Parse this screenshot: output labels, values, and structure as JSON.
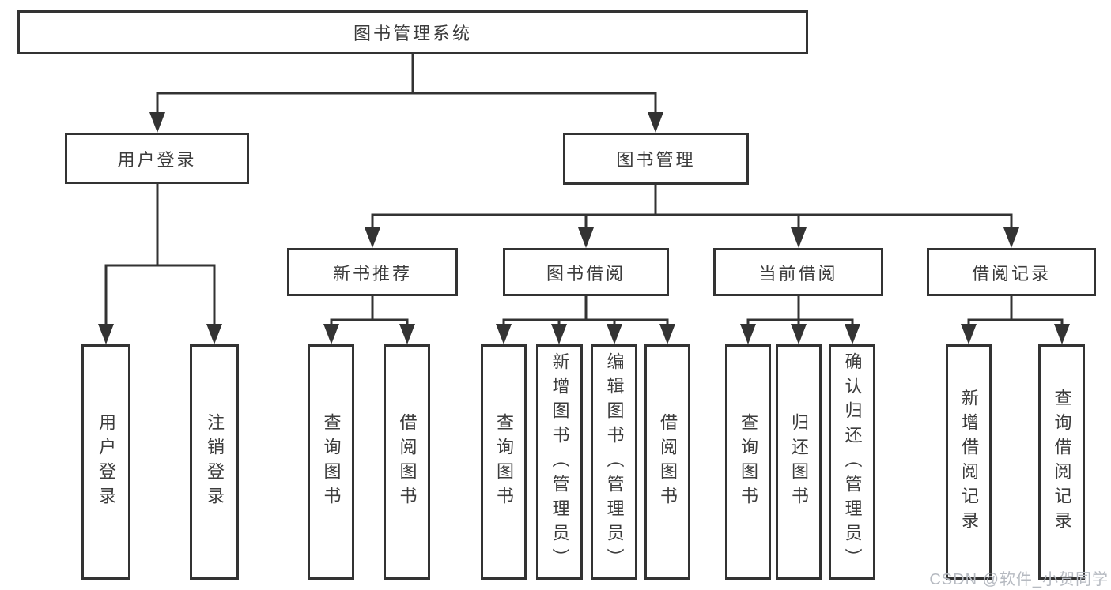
{
  "diagram": {
    "title": "图书管理系统",
    "type": "hierarchy-tree",
    "colors": {
      "line": "#333333",
      "box_border": "#333333",
      "box_fill": "#ffffff",
      "text": "#3c3c3c",
      "background": "#ffffff",
      "watermark_text_color": "#b6bac1"
    },
    "nodes": {
      "root": {
        "label": "图书管理系统"
      },
      "user_login": {
        "label": "用户登录"
      },
      "book_mgmt": {
        "label": "图书管理"
      },
      "new_book_rec": {
        "label": "新书推荐"
      },
      "book_borrow": {
        "label": "图书借阅"
      },
      "current_borrow": {
        "label": "当前借阅"
      },
      "borrow_records": {
        "label": "借阅记录"
      },
      "u1": {
        "label": "用户登录"
      },
      "u2": {
        "label": "注销登录"
      },
      "r1": {
        "label": "查询图书"
      },
      "r2": {
        "label": "借阅图书"
      },
      "b1": {
        "label": "查询图书"
      },
      "b2": {
        "label": "新增图书（管理员）"
      },
      "b3": {
        "label": "编辑图书（管理员）"
      },
      "b4": {
        "label": "借阅图书"
      },
      "c1": {
        "label": "查询图书"
      },
      "c2": {
        "label": "归还图书"
      },
      "c3": {
        "label": "确认归还（管理员）"
      },
      "rec1": {
        "label": "新增借阅记录"
      },
      "rec2": {
        "label": "查询借阅记录"
      }
    },
    "hierarchy": {
      "图书管理系统": {
        "用户登录": [
          "用户登录",
          "注销登录"
        ],
        "图书管理": {
          "新书推荐": [
            "查询图书",
            "借阅图书"
          ],
          "图书借阅": [
            "查询图书",
            "新增图书（管理员）",
            "编辑图书（管理员）",
            "借阅图书"
          ],
          "当前借阅": [
            "查询图书",
            "归还图书",
            "确认归还（管理员）"
          ],
          "借阅记录": [
            "新增借阅记录",
            "查询借阅记录"
          ]
        }
      }
    },
    "watermark": "CSDN @软件_小贺同学"
  }
}
